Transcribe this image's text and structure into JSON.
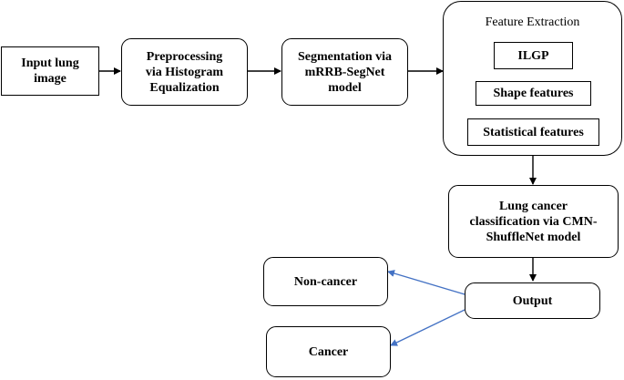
{
  "nodes": {
    "input": "Input lung\nimage",
    "preprocessing": "Preprocessing\nvia Histogram\nEqualization",
    "segmentation": "Segmentation via\nmRRB-SegNet\nmodel",
    "feature_extraction": {
      "title": "Feature Extraction",
      "items": [
        "ILGP",
        "Shape features",
        "Statistical features"
      ]
    },
    "classification": "Lung cancer\nclassification via CMN-\nShuffleNet model",
    "output": "Output",
    "non_cancer": "Non-cancer",
    "cancer": "Cancer"
  },
  "colors": {
    "black_arrow": "#000000",
    "blue_arrow": "#4472c4"
  }
}
